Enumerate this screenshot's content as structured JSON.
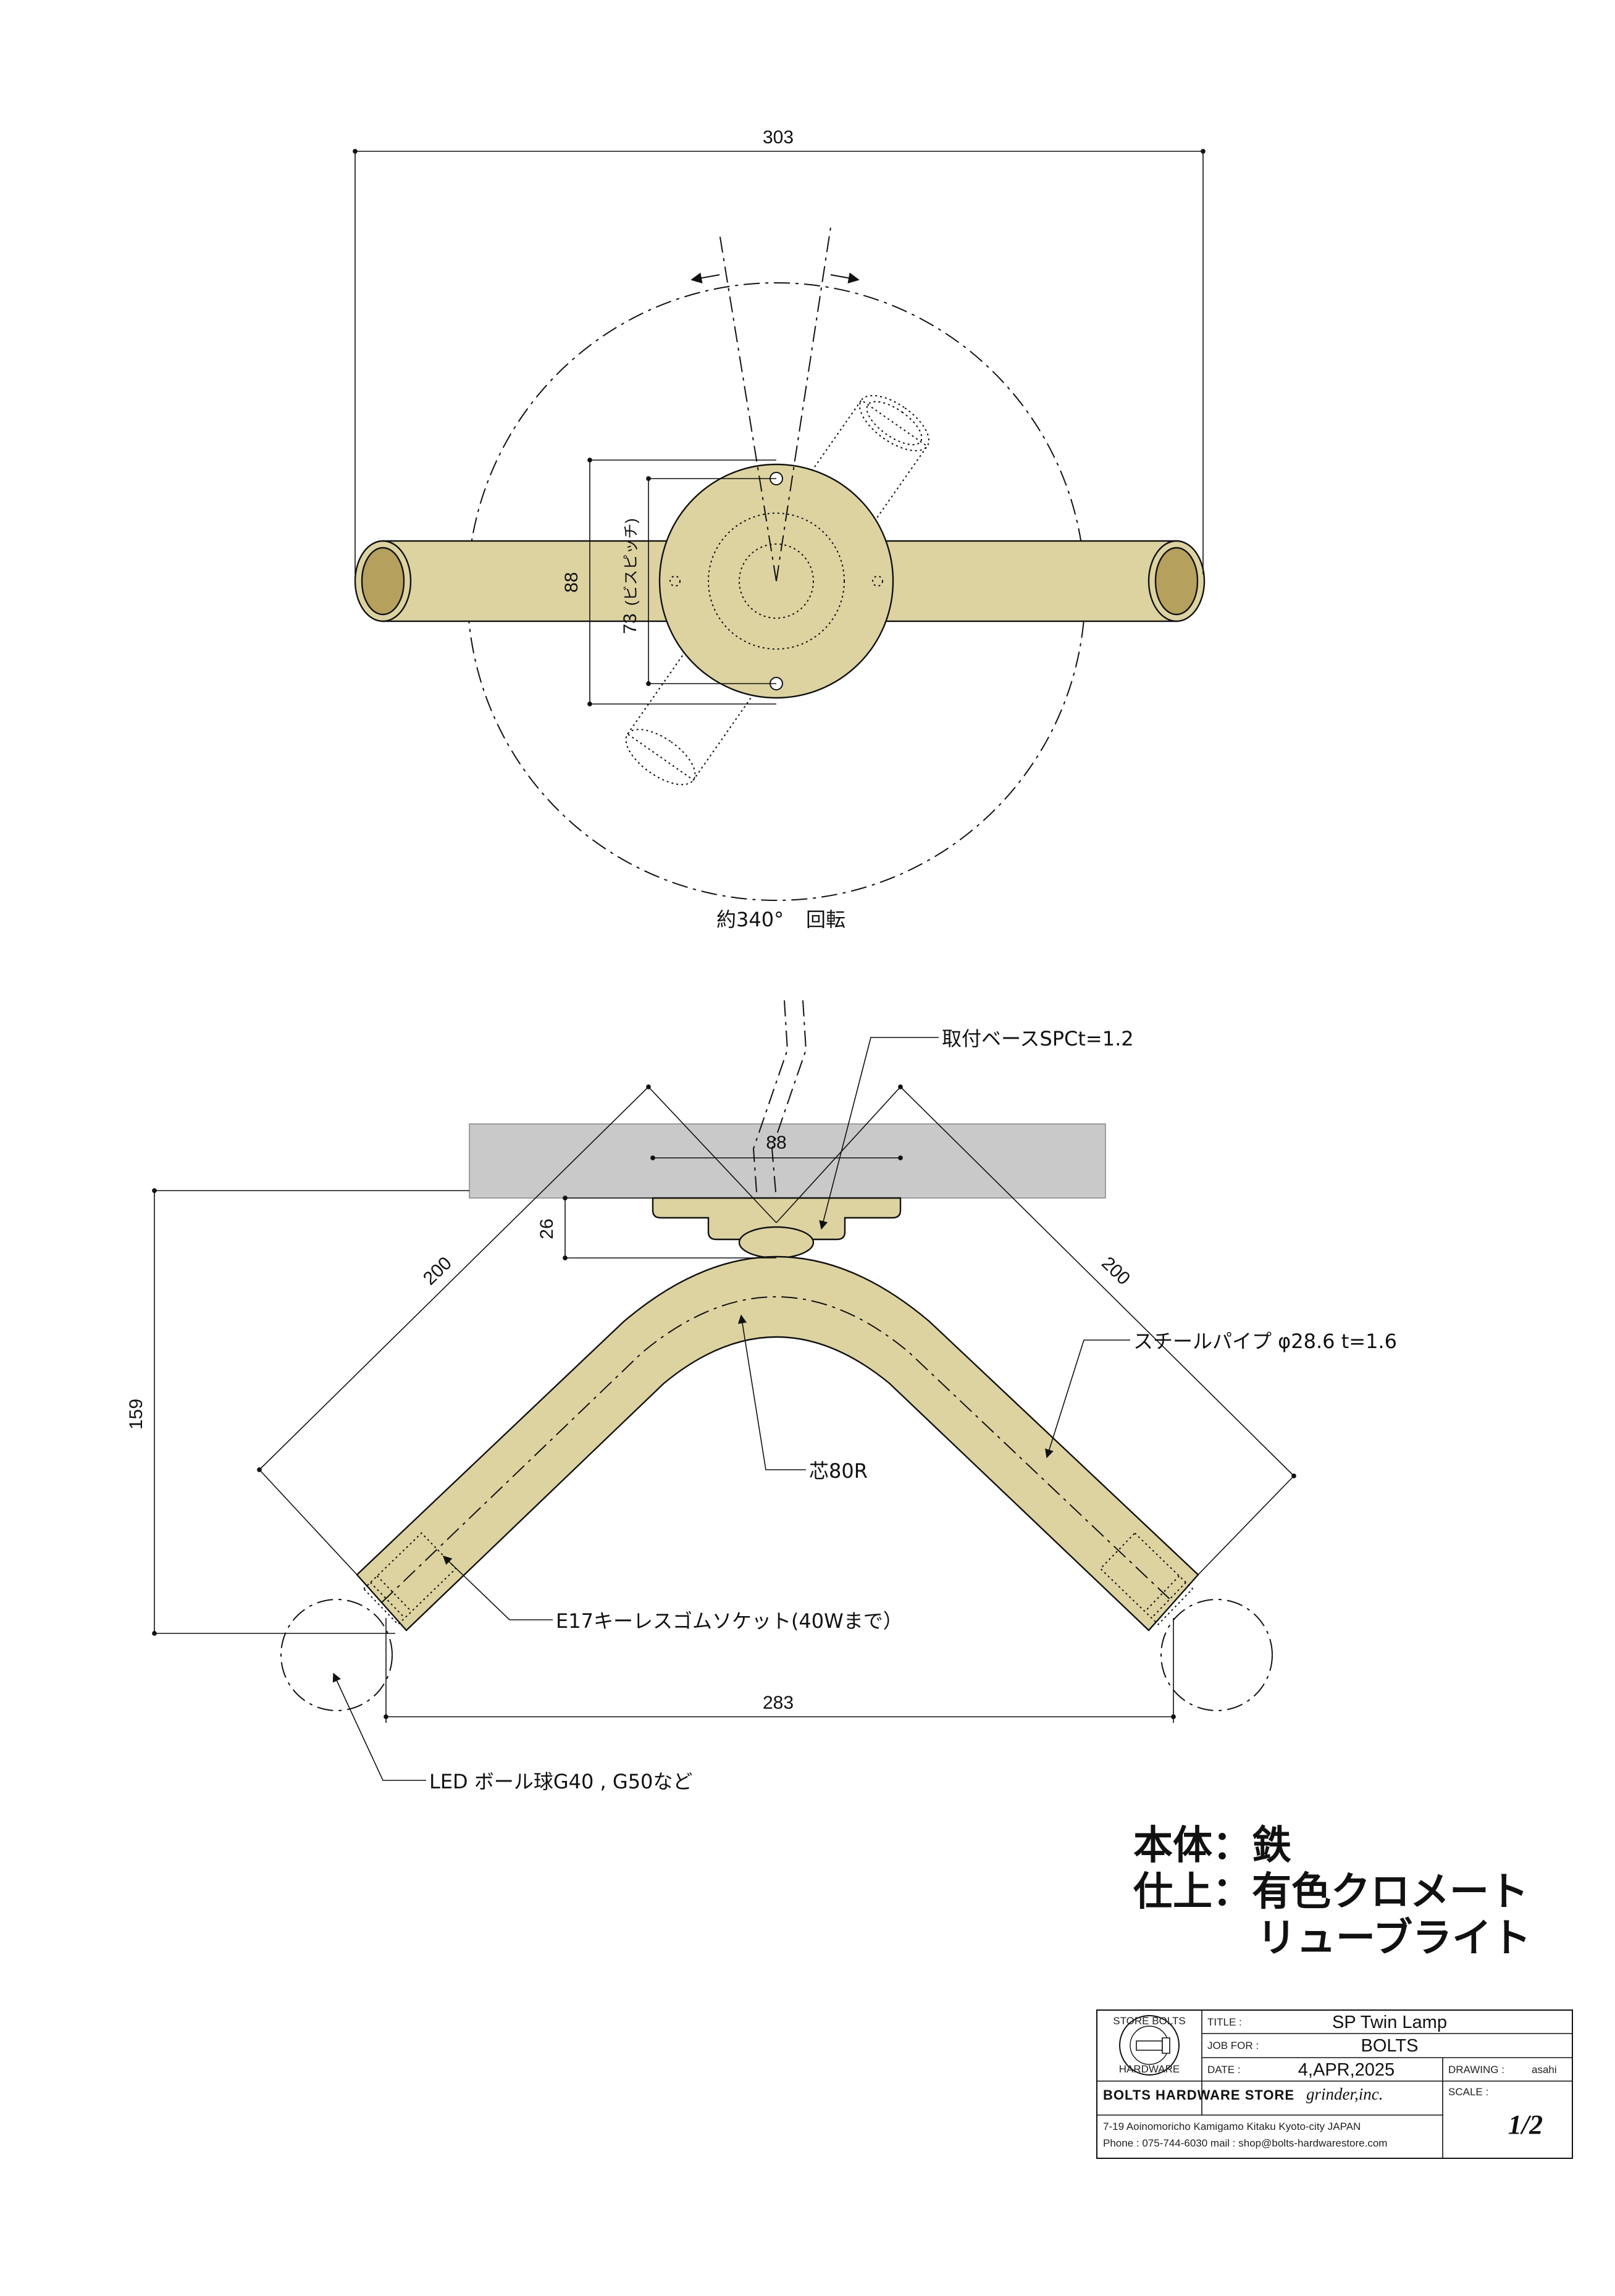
{
  "top_view": {
    "dim_width": "303",
    "dim_base": "88",
    "dim_pitch": "73",
    "dim_pitch_note": "(ビスピッチ)",
    "rotation_note": "約340°",
    "rotation_word": "回転"
  },
  "front_view": {
    "dim_base_width": "88",
    "dim_base_height": "26",
    "dim_arm_left": "200",
    "dim_arm_right": "200",
    "dim_height": "159",
    "dim_span": "283",
    "label_base": "取付ベースSPCt=1.2",
    "label_pipe": "スチールパイプ φ28.6 t=1.6",
    "label_radius": "芯80R",
    "label_socket": "E17キーレスゴムソケット(40Wまで）",
    "label_bulb": "LED ボール球G40 , G50など"
  },
  "materials": {
    "body_label": "本体：鉄",
    "finish_label": "仕上：有色クロメート",
    "finish_label_2": "リューブライト"
  },
  "title_block": {
    "logo_text_top": "STORE BOLTS",
    "logo_text_bottom": "HARDWARE",
    "title_label": "TITLE :",
    "title_value": "SP Twin Lamp",
    "job_label": "JOB FOR :",
    "job_value": "BOLTS",
    "date_label": "DATE :",
    "date_value": "4,APR,2025",
    "drawing_label": "DRAWING :",
    "drawing_value": "asahi",
    "scale_label": "SCALE :",
    "scale_value": "1/2",
    "brand": "BOLTS HARDWARE STORE",
    "company": "grinder,inc.",
    "address": "7-19 Aoinomoricho Kamigamo Kitaku Kyoto-city JAPAN",
    "contact": "Phone : 075-744-6030    mail : shop@bolts-hardwarestore.com"
  },
  "colors": {
    "brass_light": "#ddd3a1",
    "brass_dark": "#b5a15d",
    "ceiling_gray": "#c9c9c9",
    "line": "#111111"
  }
}
